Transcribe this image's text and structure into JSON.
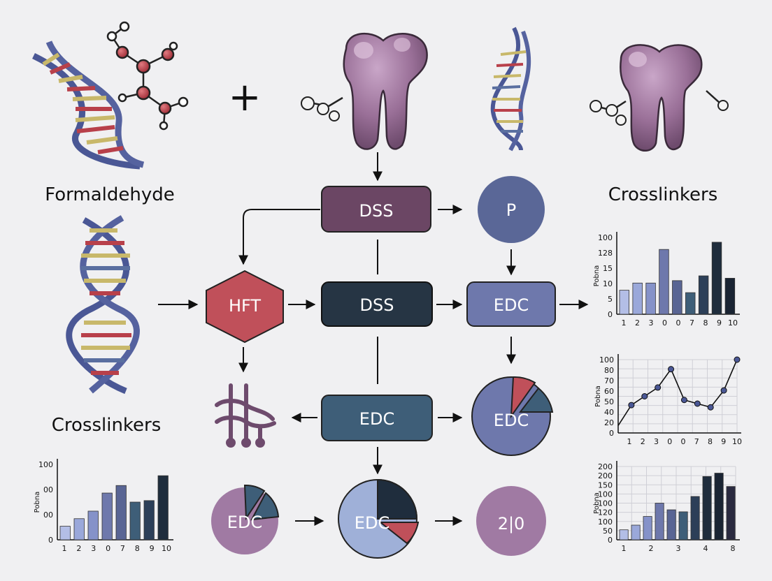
{
  "labels": {
    "formaldehyde": "Formaldehyde",
    "crosslinkers_top": "Crosslinkers",
    "crosslinkers_left": "Crosslinkers",
    "plus": "+"
  },
  "nodes": {
    "dss_top": "DSS",
    "p": "P",
    "hft": "HFT",
    "dss_mid": "DSS",
    "edc_mid": "EDC",
    "edc_lower": "EDC",
    "edc_pie_right": "EDC",
    "edc_circle_left": "EDC",
    "edc_pie_center": "EDC",
    "circle_210": "2|0"
  },
  "colors": {
    "dss_top": "#6b4664",
    "p": "#5a6797",
    "hft": "#c0505a",
    "dss_mid": "#263544",
    "edc_mid": "#6e78ac",
    "edc_lower": "#3e5e78",
    "pie_right": "#6e78ac",
    "circle_left": "#a07aa3",
    "pie_center": "#9fb0d8",
    "circle_210": "#a07aa3"
  },
  "chart_data": [
    {
      "id": "chart-top-right",
      "type": "bar",
      "categories": [
        "1",
        "2",
        "3",
        "0",
        "0",
        "7",
        "8",
        "9",
        "10"
      ],
      "values": [
        10,
        13,
        13,
        27,
        14,
        9,
        16,
        30,
        15
      ],
      "y_ticks": [
        "100",
        "128",
        "15",
        "10",
        "5",
        "0"
      ],
      "ylabel": "Pobna",
      "ylim": [
        0,
        32
      ]
    },
    {
      "id": "chart-middle-right",
      "type": "line",
      "categories": [
        "1",
        "2",
        "3",
        "0",
        "0",
        "7",
        "8",
        "9",
        "10"
      ],
      "values": [
        10,
        38,
        50,
        62,
        87,
        45,
        40,
        35,
        58,
        100
      ],
      "y_ticks": [
        "100",
        "80",
        "70",
        "60",
        "50",
        "40",
        "20",
        "0"
      ],
      "ylabel": "Pobna",
      "ylim": [
        0,
        100
      ]
    },
    {
      "id": "chart-bottom-right",
      "type": "bar",
      "categories": [
        "1",
        "2",
        "3",
        "4",
        "8"
      ],
      "values": [
        15,
        22,
        35,
        55,
        45,
        42,
        65,
        95,
        100,
        80
      ],
      "y_ticks": [
        "200",
        "200",
        "150",
        "100",
        "100",
        "120",
        "100",
        "50",
        "0"
      ],
      "ylabel": "Pobna",
      "ylim": [
        0,
        110
      ]
    },
    {
      "id": "chart-bottom-left",
      "type": "bar",
      "categories": [
        "1",
        "2",
        "3",
        "0",
        "7",
        "8",
        "9",
        "10"
      ],
      "values": [
        18,
        28,
        38,
        62,
        72,
        50,
        52,
        85
      ],
      "y_ticks": [
        "100",
        "00",
        "00",
        "0"
      ],
      "ylabel": "Pobna",
      "ylim": [
        0,
        100
      ]
    }
  ]
}
